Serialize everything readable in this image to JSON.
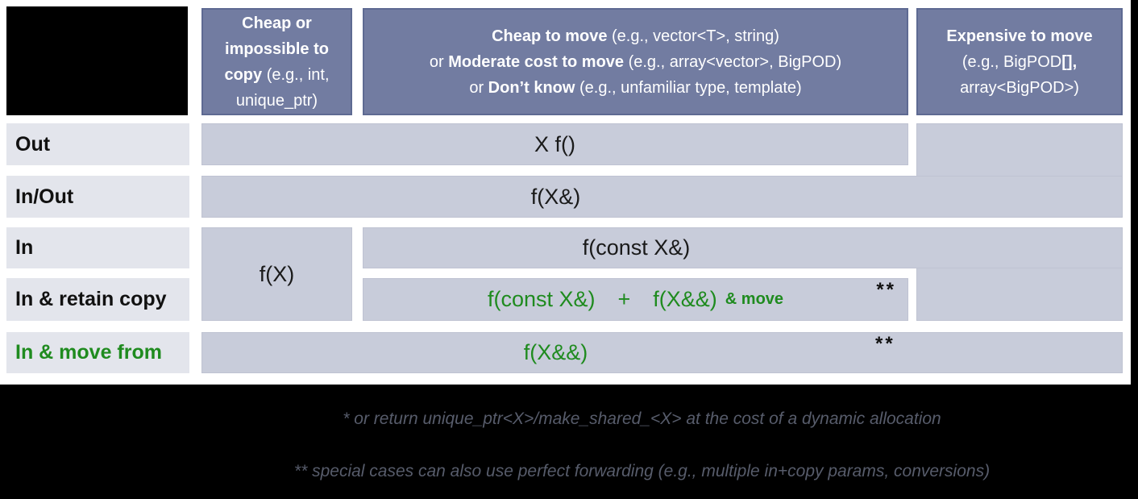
{
  "slide": {
    "headers": {
      "col1": {
        "line1_b": "Cheap or",
        "line2_b": "impossible to",
        "line3_b": "copy",
        "line3_r": " (e.g., int,",
        "line4_r": "unique_ptr)"
      },
      "col2": {
        "line1_b": "Cheap to move",
        "line1_r": " (e.g., vector<T>, string)",
        "line2_r1": "or ",
        "line2_b": "Moderate cost to move",
        "line2_r2": " (e.g., array<vector>, BigPOD)",
        "line3_r1": "or ",
        "line3_b": "Don’t know",
        "line3_r2": " (e.g., unfamiliar type, template)"
      },
      "col3": {
        "line1_b": "Expensive to move",
        "line2_r": "(e.g., BigPOD",
        "line2_b": "[],",
        "line3_r": "array<BigPOD>)"
      }
    },
    "row_labels": {
      "out": "Out",
      "inout": "In/Out",
      "in": "In",
      "retain": "In & retain copy",
      "movefrom": "In & move from"
    },
    "cells": {
      "out": "X f()",
      "inout": "f(X&)",
      "in_cheap_copy": "f(X)",
      "in_otherwise": "f(const X&)",
      "retain_a": "f(const X&)",
      "retain_plus": "+",
      "retain_b": "f(X&&)",
      "retain_note": "& move",
      "retain_marker": "**",
      "movefrom": "f(X&&)",
      "movefrom_marker": "**"
    },
    "footnotes": {
      "line1": "* or return unique_ptr<X>/make_shared_<X> at the cost of a dynamic allocation",
      "line2": "** special cases can also use perfect forwarding (e.g., multiple in+copy params, conversions)"
    },
    "colors": {
      "header_bg": "#727ca1",
      "data_cell_bg": "#c8ccda",
      "label_cell_bg": "#e3e5ec",
      "accent_green": "#1f8b1f",
      "footnote_text": "#575c6b",
      "background": "#000000"
    }
  }
}
